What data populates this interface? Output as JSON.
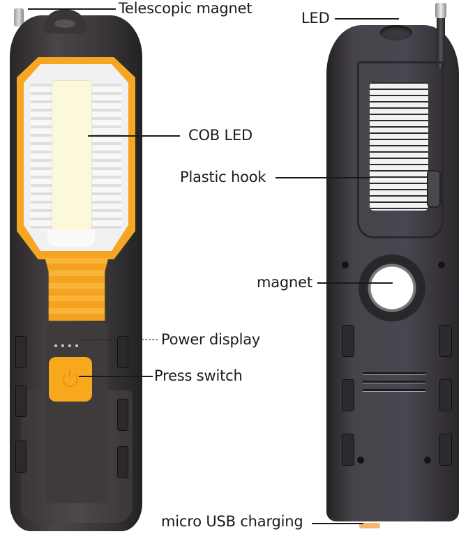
{
  "diagram": {
    "type": "product-annotation",
    "subject": "rechargeable COB LED work light (front and back views)",
    "colors": {
      "body": "#3f3a3c",
      "accent_orange": "#f5a623",
      "lens_white": "#f1f1f1",
      "text": "#1a1a1a"
    },
    "callouts": {
      "telescopic_magnet": "Telescopic magnet",
      "cob_led": "COB LED",
      "power_display": "Power display",
      "press_switch": "Press switch",
      "led": "LED",
      "plastic_hook": "Plastic hook",
      "magnet": "magnet",
      "micro_usb": "micro USB charging"
    },
    "views": [
      "front",
      "back"
    ]
  }
}
